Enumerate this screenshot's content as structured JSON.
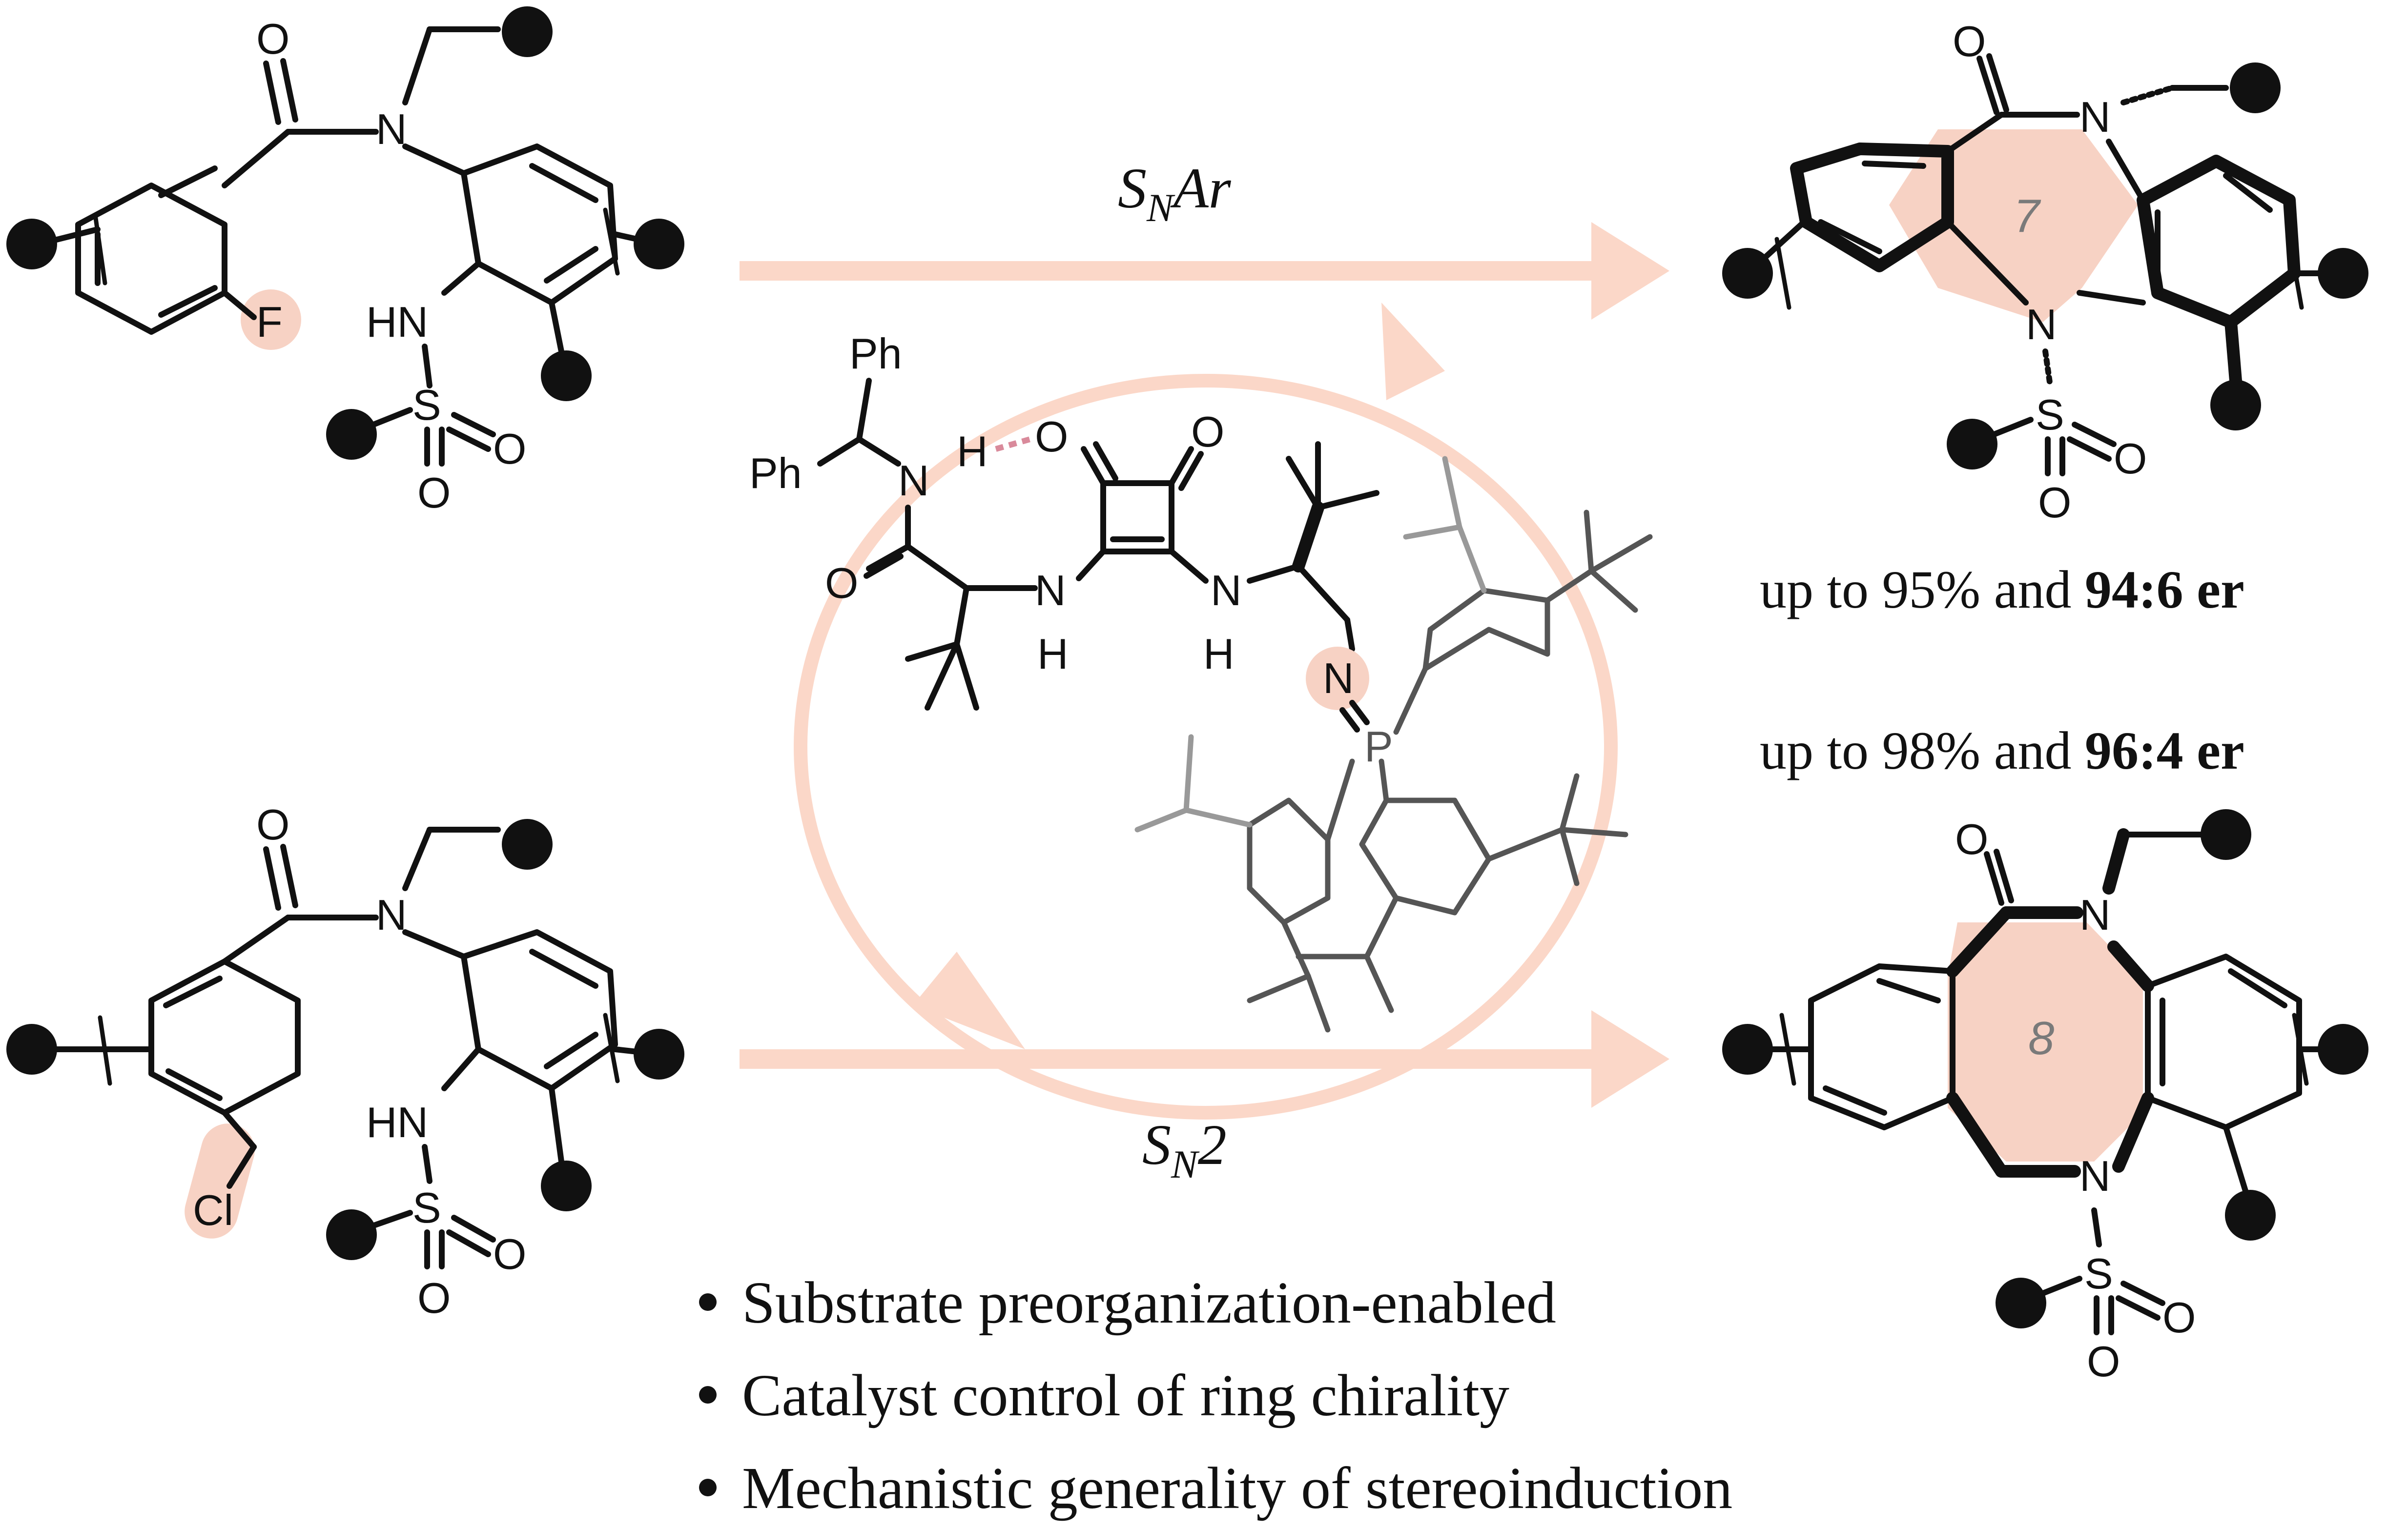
{
  "colors": {
    "highlight": "#f7d2c4",
    "arrow": "#fbd7c8",
    "ink": "#111111",
    "catalyst_gray": "#555555"
  },
  "reactions": {
    "top": {
      "label_main": "S",
      "label_sub": "N",
      "label_rest": "Ar"
    },
    "bottom": {
      "label_main": "S",
      "label_sub": "N",
      "label_rest": "2"
    }
  },
  "substrates": {
    "top": {
      "leaving_group": "F",
      "atoms": {
        "carbonyl_o": "O",
        "amide_n": "N",
        "sulfonamide_nh": "HN",
        "sulfur": "S",
        "o_right": "O",
        "o_bottom": "O"
      }
    },
    "bottom": {
      "leaving_group": "Cl",
      "atoms": {
        "carbonyl_o": "O",
        "amide_n": "N",
        "sulfonamide_nh": "HN",
        "sulfur": "S",
        "o_right": "O",
        "o_bottom": "O"
      }
    }
  },
  "products": {
    "top": {
      "ring_size": "7",
      "result_prefix": "up to 95% and ",
      "result_er": "94:6 er",
      "atoms": {
        "carbonyl_o": "O",
        "n_top": "N",
        "n_bottom": "N",
        "sulfur": "S",
        "o_right": "O",
        "o_bottom": "O"
      }
    },
    "bottom": {
      "ring_size": "8",
      "result_prefix": "up to 98% and ",
      "result_er": "96:4 er",
      "atoms": {
        "carbonyl_o": "O",
        "n_top": "N",
        "n_bottom": "N",
        "sulfur": "S",
        "o_right": "O",
        "o_bottom": "O"
      }
    }
  },
  "catalyst": {
    "atoms": {
      "ph_top": "Ph",
      "ph_left": "Ph",
      "amide_nh_n": "N",
      "amide_nh_h": "H",
      "o_hbond": "O",
      "o_sq": "O",
      "o_amide": "O",
      "nh_left_n": "N",
      "nh_left_h": "H",
      "nh_right_n": "N",
      "nh_right_h": "H",
      "imine_n": "N",
      "phosphorus": "P"
    }
  },
  "bullets": [
    "Substrate preorganization-enabled",
    "Catalyst control of ring chirality",
    "Mechanistic generality of stereoinduction"
  ]
}
